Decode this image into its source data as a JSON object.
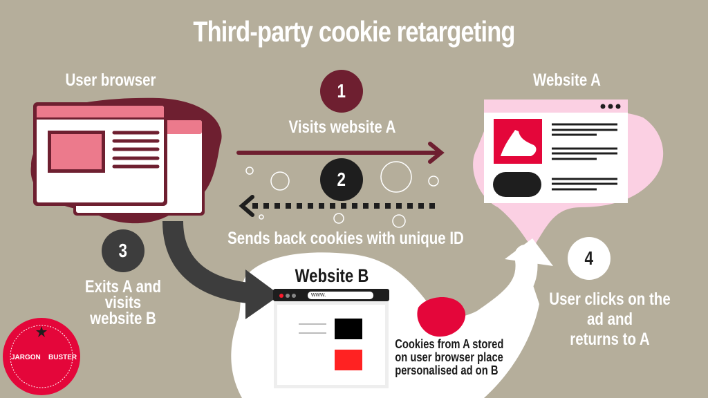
{
  "title": "Third-party cookie retargeting",
  "nodes": {
    "user_browser": {
      "label": "User browser"
    },
    "website_a": {
      "label": "Website A"
    },
    "website_b": {
      "label": "Website B",
      "url_bar": "www."
    }
  },
  "steps": [
    {
      "number": "1",
      "text": "Visits website A",
      "badge_color": "#6e1f30"
    },
    {
      "number": "2",
      "text": "Sends back cookies with unique ID",
      "badge_color": "#1e1e1e"
    },
    {
      "number": "3",
      "text_lines": [
        "Exits A and",
        "visits",
        "website B"
      ],
      "badge_color": "#3d3d3d"
    },
    {
      "number": "4",
      "text_lines": [
        "User clicks on the",
        "ad and",
        "returns to A"
      ],
      "badge_color": "#ffffff"
    }
  ],
  "ad_note": {
    "lines": [
      "Cookies from A stored",
      "on user browser place",
      "personalised ad on B"
    ]
  },
  "logo": {
    "left": "JARGON",
    "right": "BUSTER"
  },
  "colors": {
    "background": "#b5ae9b",
    "maroon": "#6e1f30",
    "pink": "#ec7a8c",
    "light_pink": "#fbd0e3",
    "red": "#e4063a",
    "dark": "#3d3d3d"
  }
}
